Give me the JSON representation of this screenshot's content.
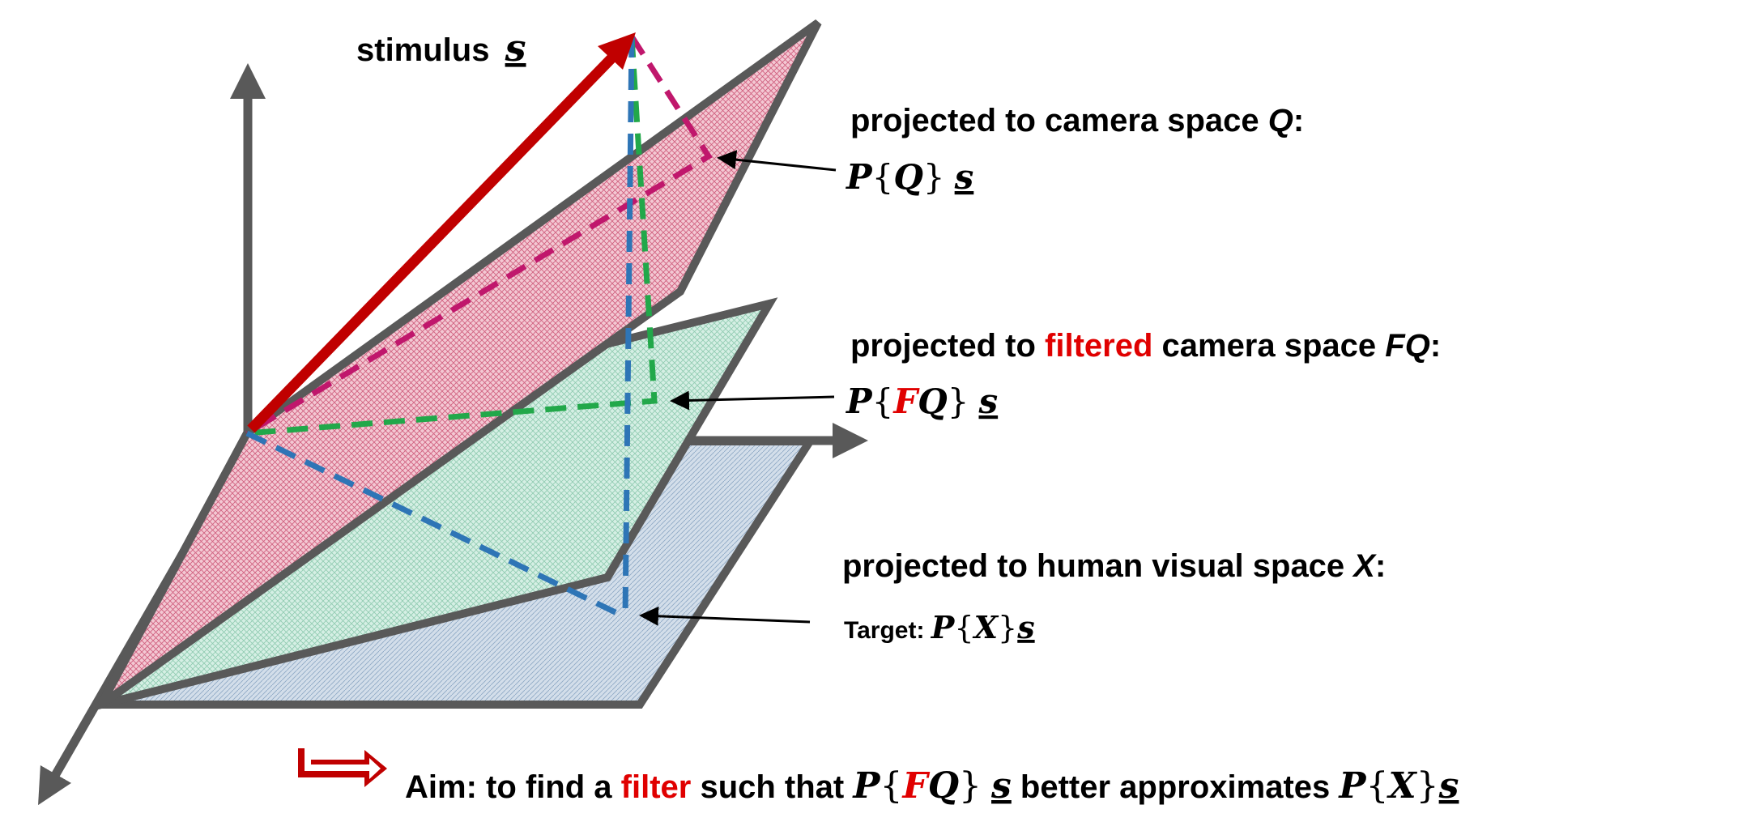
{
  "labels": {
    "stimulus": {
      "text": "stimulus",
      "sym": "s"
    },
    "camera": {
      "head": "projected to camera space ",
      "head_var": "Q",
      "head_end": ":",
      "formula": {
        "op": "P",
        "lb": "{",
        "space": "Q",
        "rb": "}",
        "vec": "s"
      }
    },
    "filtered": {
      "head_pre": "projected to ",
      "head_red": "filtered",
      "head_post": " camera space ",
      "head_var": "FQ",
      "head_end": ":",
      "formula": {
        "op": "P",
        "lb": "{",
        "filt": "F",
        "space": "Q",
        "rb": "}",
        "vec": "s"
      }
    },
    "human": {
      "head": "projected to human visual space ",
      "head_var": "X",
      "head_end": ":",
      "target_label": "Target: ",
      "formula": {
        "op": "P",
        "lb": "{",
        "space": "X",
        "rb": "}",
        "vec": "s"
      }
    },
    "aim": {
      "pre": "Aim: to find a ",
      "red": "filter",
      "mid": " such that ",
      "f1": {
        "op": "P",
        "lb": "{",
        "filt": "F",
        "space": "Q",
        "rb": "}",
        "vec": "s"
      },
      "mid2": " better approximates ",
      "f2": {
        "op": "P",
        "lb": "{",
        "space": "X",
        "rb": "}",
        "vec": "s"
      }
    }
  },
  "colors": {
    "axis": "#595959",
    "stimulus_vector": "#c00000",
    "camera_plane": "#e89aae",
    "filtered_plane": "#b9e3d3",
    "human_plane": "#b7c8dc",
    "camera_projection": "#c0176c",
    "filtered_projection": "#22a84a",
    "human_projection": "#2e75b6",
    "highlight_red": "#e00000",
    "text": "#000000"
  }
}
